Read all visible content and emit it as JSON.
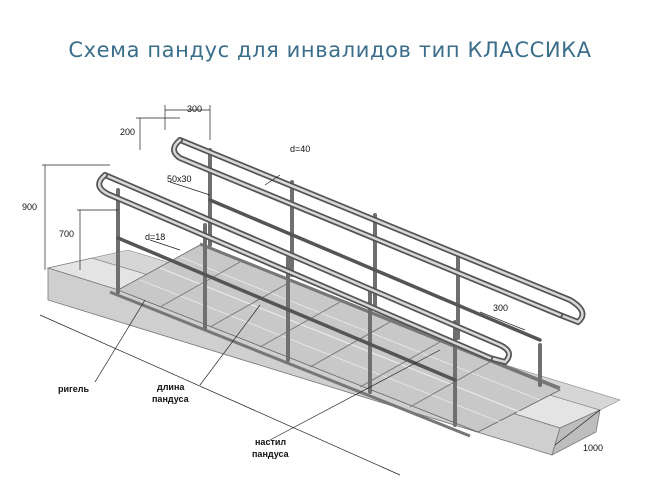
{
  "title": "Схема пандус для инвалидов тип КЛАССИКА",
  "dimensions": {
    "top_extension": "300",
    "top_rise": "200",
    "upper_rail_diameter": "d=40",
    "post_profile": "50x30",
    "height_upper": "900",
    "height_lower": "700",
    "lower_rail_diameter": "d=18",
    "bottom_extension": "300",
    "width": "1000"
  },
  "labels": {
    "crossbar": "ригель",
    "length_line1": "длина",
    "length_line2": "пандуса",
    "deck_line1": "настил",
    "deck_line2": "пандуса"
  },
  "colors": {
    "title": "#3a6e8a",
    "steel": "#9a9a9a",
    "concrete": "#d9d9d9",
    "deck": "#c4c4c4"
  }
}
